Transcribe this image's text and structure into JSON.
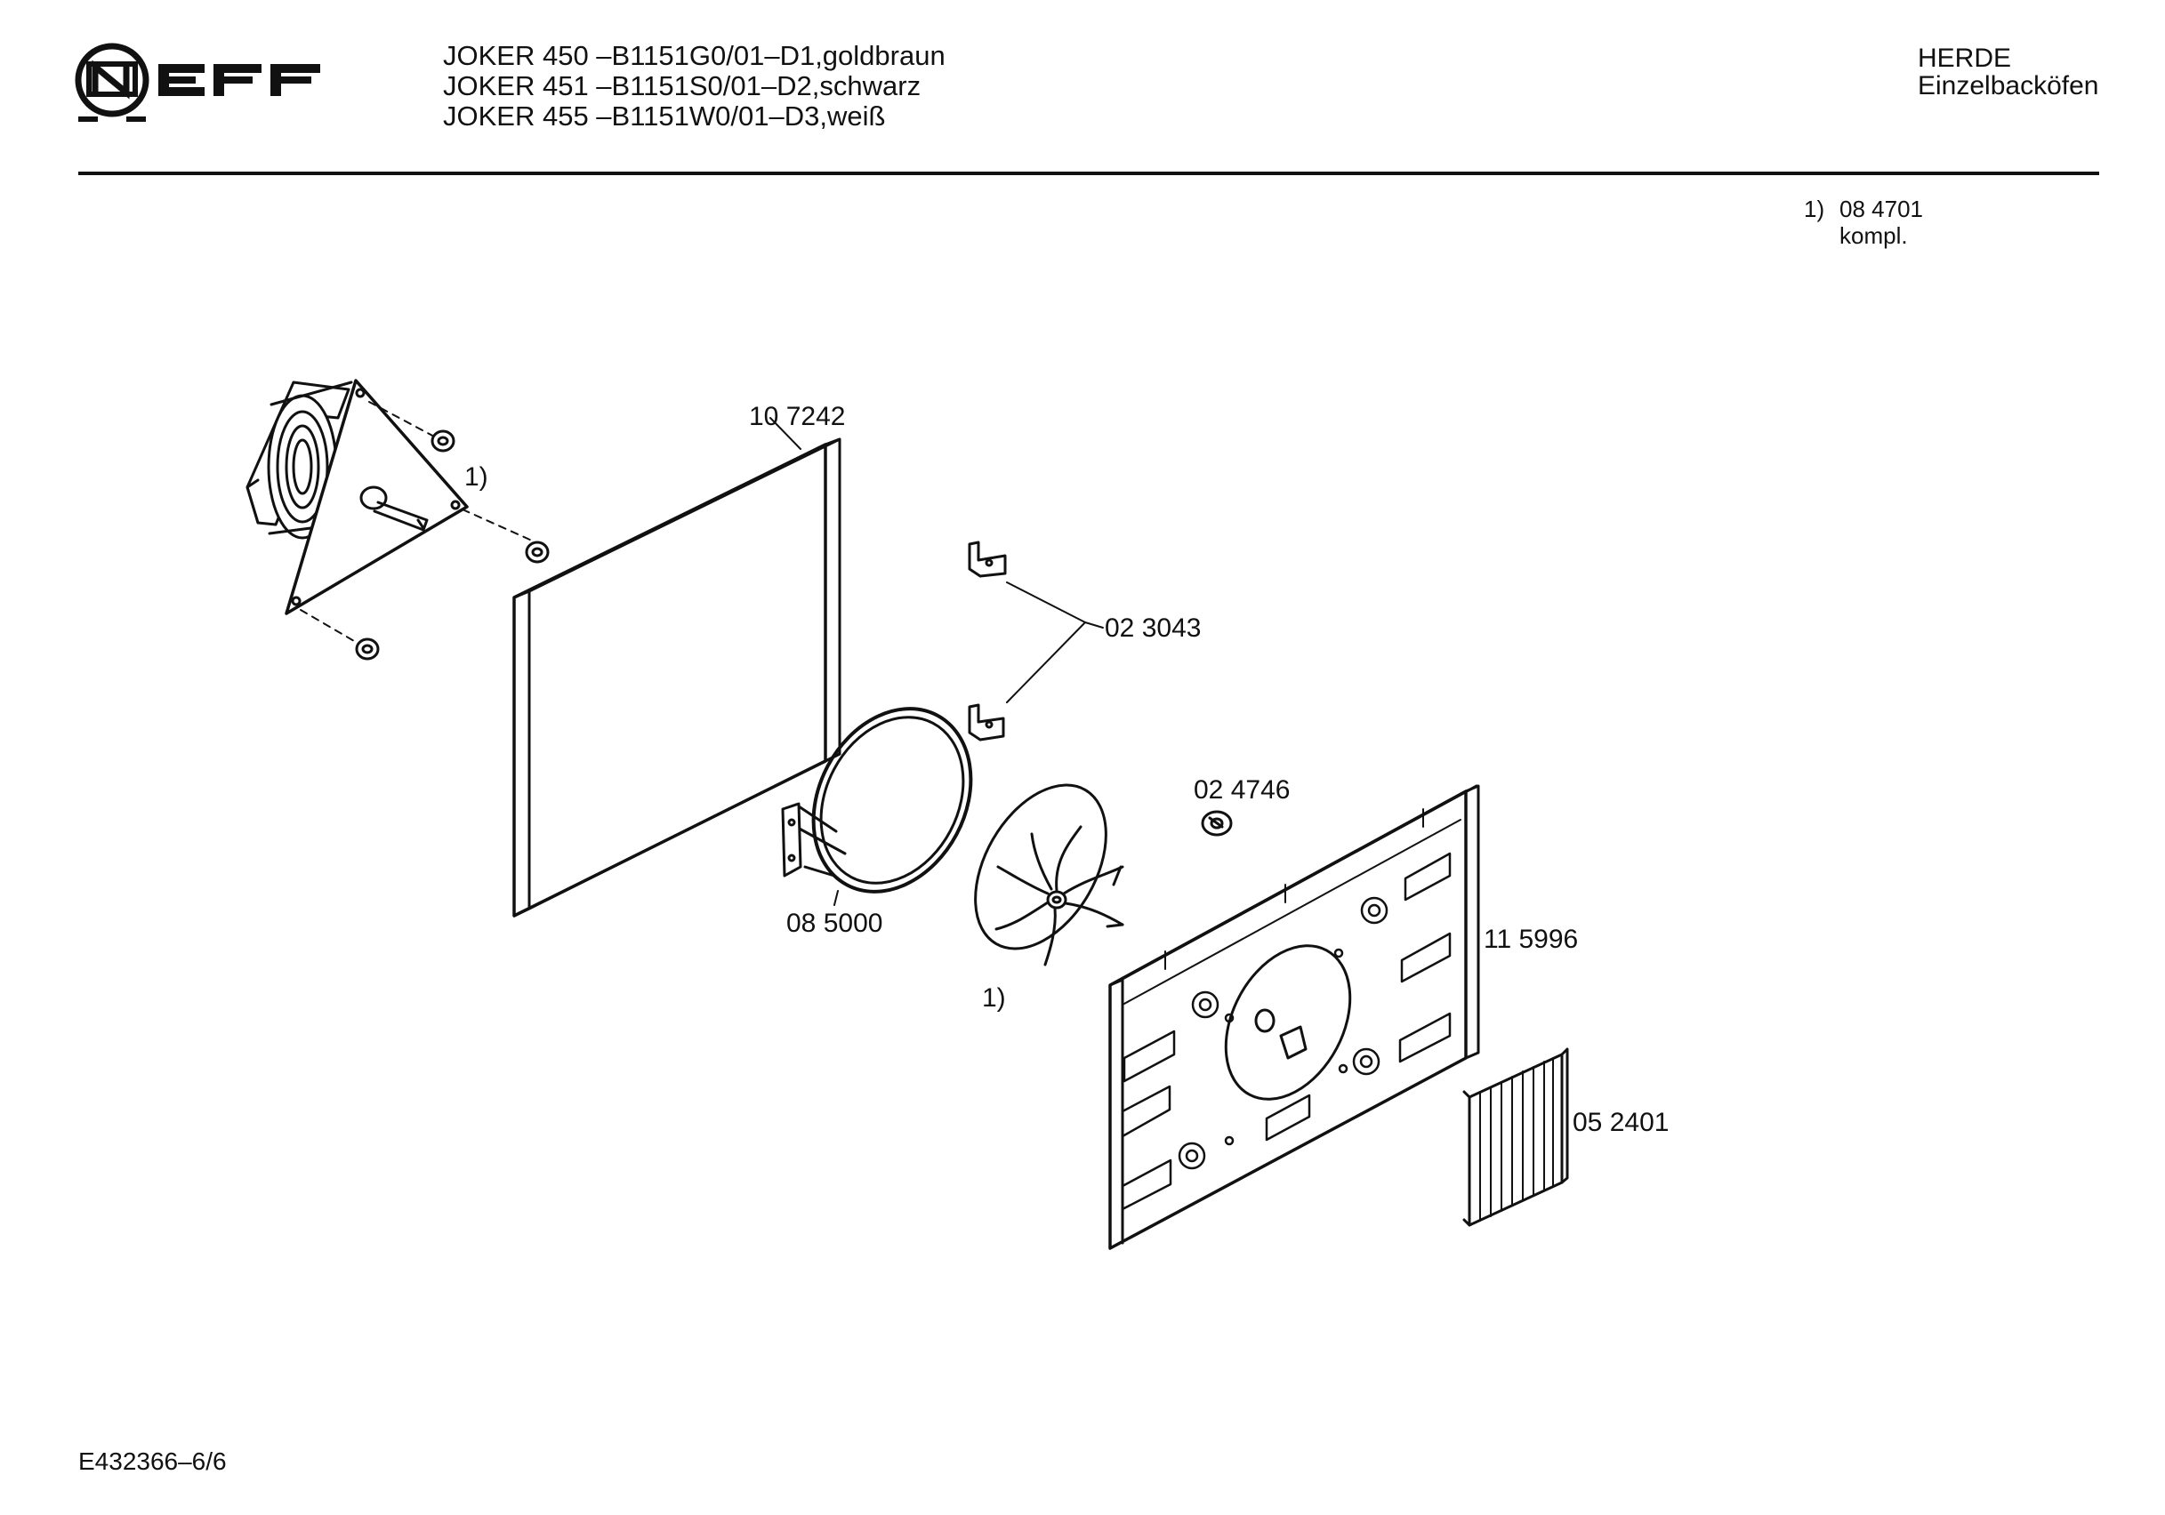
{
  "header": {
    "brand": "NEFF",
    "models": [
      "JOKER 450 –B1151G0/01–D1,goldbraun",
      "JOKER 451 –B1151S0/01–D2,schwarz",
      "JOKER 455 –B1151W0/01–D3,weiß"
    ],
    "category": [
      "HERDE",
      "Einzelbacköfen"
    ]
  },
  "footnote": {
    "marker": "1)",
    "part": "08 4701",
    "note": "kompl."
  },
  "parts": {
    "motor_ref": "1)",
    "rear_panel": "10 7242",
    "bracket": "02 3043",
    "nut": "02 4746",
    "heating_element": "08 5000",
    "fan_ref": "1)",
    "front_panel": "11 5996",
    "grille": "05 2401"
  },
  "page_id": "E432366–6/6"
}
